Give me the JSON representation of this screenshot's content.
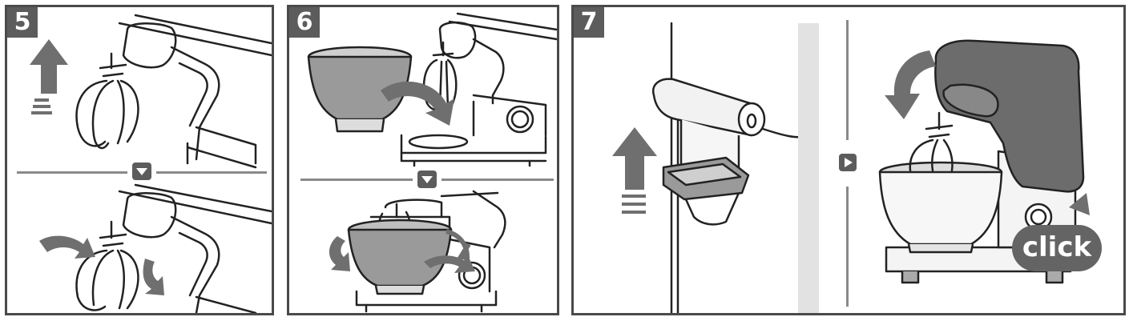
{
  "steps": [
    {
      "number": "5"
    },
    {
      "number": "6"
    },
    {
      "number": "7",
      "callout": "click"
    }
  ],
  "colors": {
    "frame": "#4a4a4a",
    "badge": "#5c5c5c",
    "arrow": "#6f6f6f",
    "line": "#222222",
    "divider": "#8a8a8a",
    "bowl_fill": "#9a9a9a",
    "head_fill": "#6c6c6c",
    "column": "#e2e2e2"
  },
  "icons": {
    "down_marker": "chevron-down-icon",
    "next_marker": "play-right-icon",
    "motion_arrow": "arrow-icon"
  }
}
